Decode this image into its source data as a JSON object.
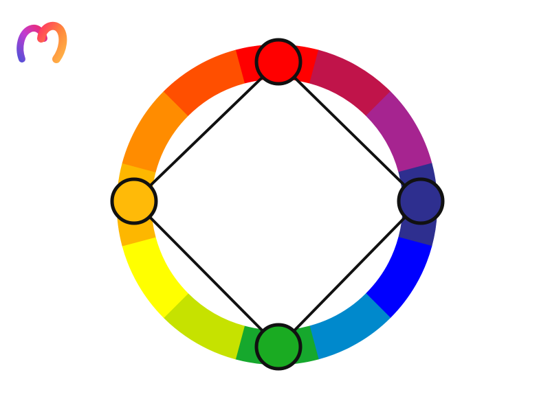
{
  "logo": {
    "icon": "m-letter-logo-icon",
    "gradient_colors": [
      "#7c4dff",
      "#e91e63",
      "#ff9800",
      "#ffc107"
    ]
  },
  "color_wheel": {
    "segments": [
      {
        "name": "red",
        "color": "#ff0000"
      },
      {
        "name": "red-violet",
        "color": "#c0144a"
      },
      {
        "name": "violet",
        "color": "#a62490"
      },
      {
        "name": "blue-violet",
        "color": "#2e2f8f"
      },
      {
        "name": "blue",
        "color": "#0000ff"
      },
      {
        "name": "blue-green",
        "color": "#0089cc"
      },
      {
        "name": "green",
        "color": "#16a82d"
      },
      {
        "name": "yellow-green",
        "color": "#c6e200"
      },
      {
        "name": "yellow",
        "color": "#ffff00"
      },
      {
        "name": "yellow-orange",
        "color": "#fdb700"
      },
      {
        "name": "orange",
        "color": "#ff8c00"
      },
      {
        "name": "red-orange",
        "color": "#ff4f00"
      }
    ],
    "selected_colors": [
      {
        "name": "red",
        "color": "#ff0000"
      },
      {
        "name": "blue-violet",
        "color": "#2e2f8f"
      },
      {
        "name": "green",
        "color": "#1aab22"
      },
      {
        "name": "yellow-orange",
        "color": "#ffba08"
      }
    ],
    "outline_color": "#111111"
  }
}
